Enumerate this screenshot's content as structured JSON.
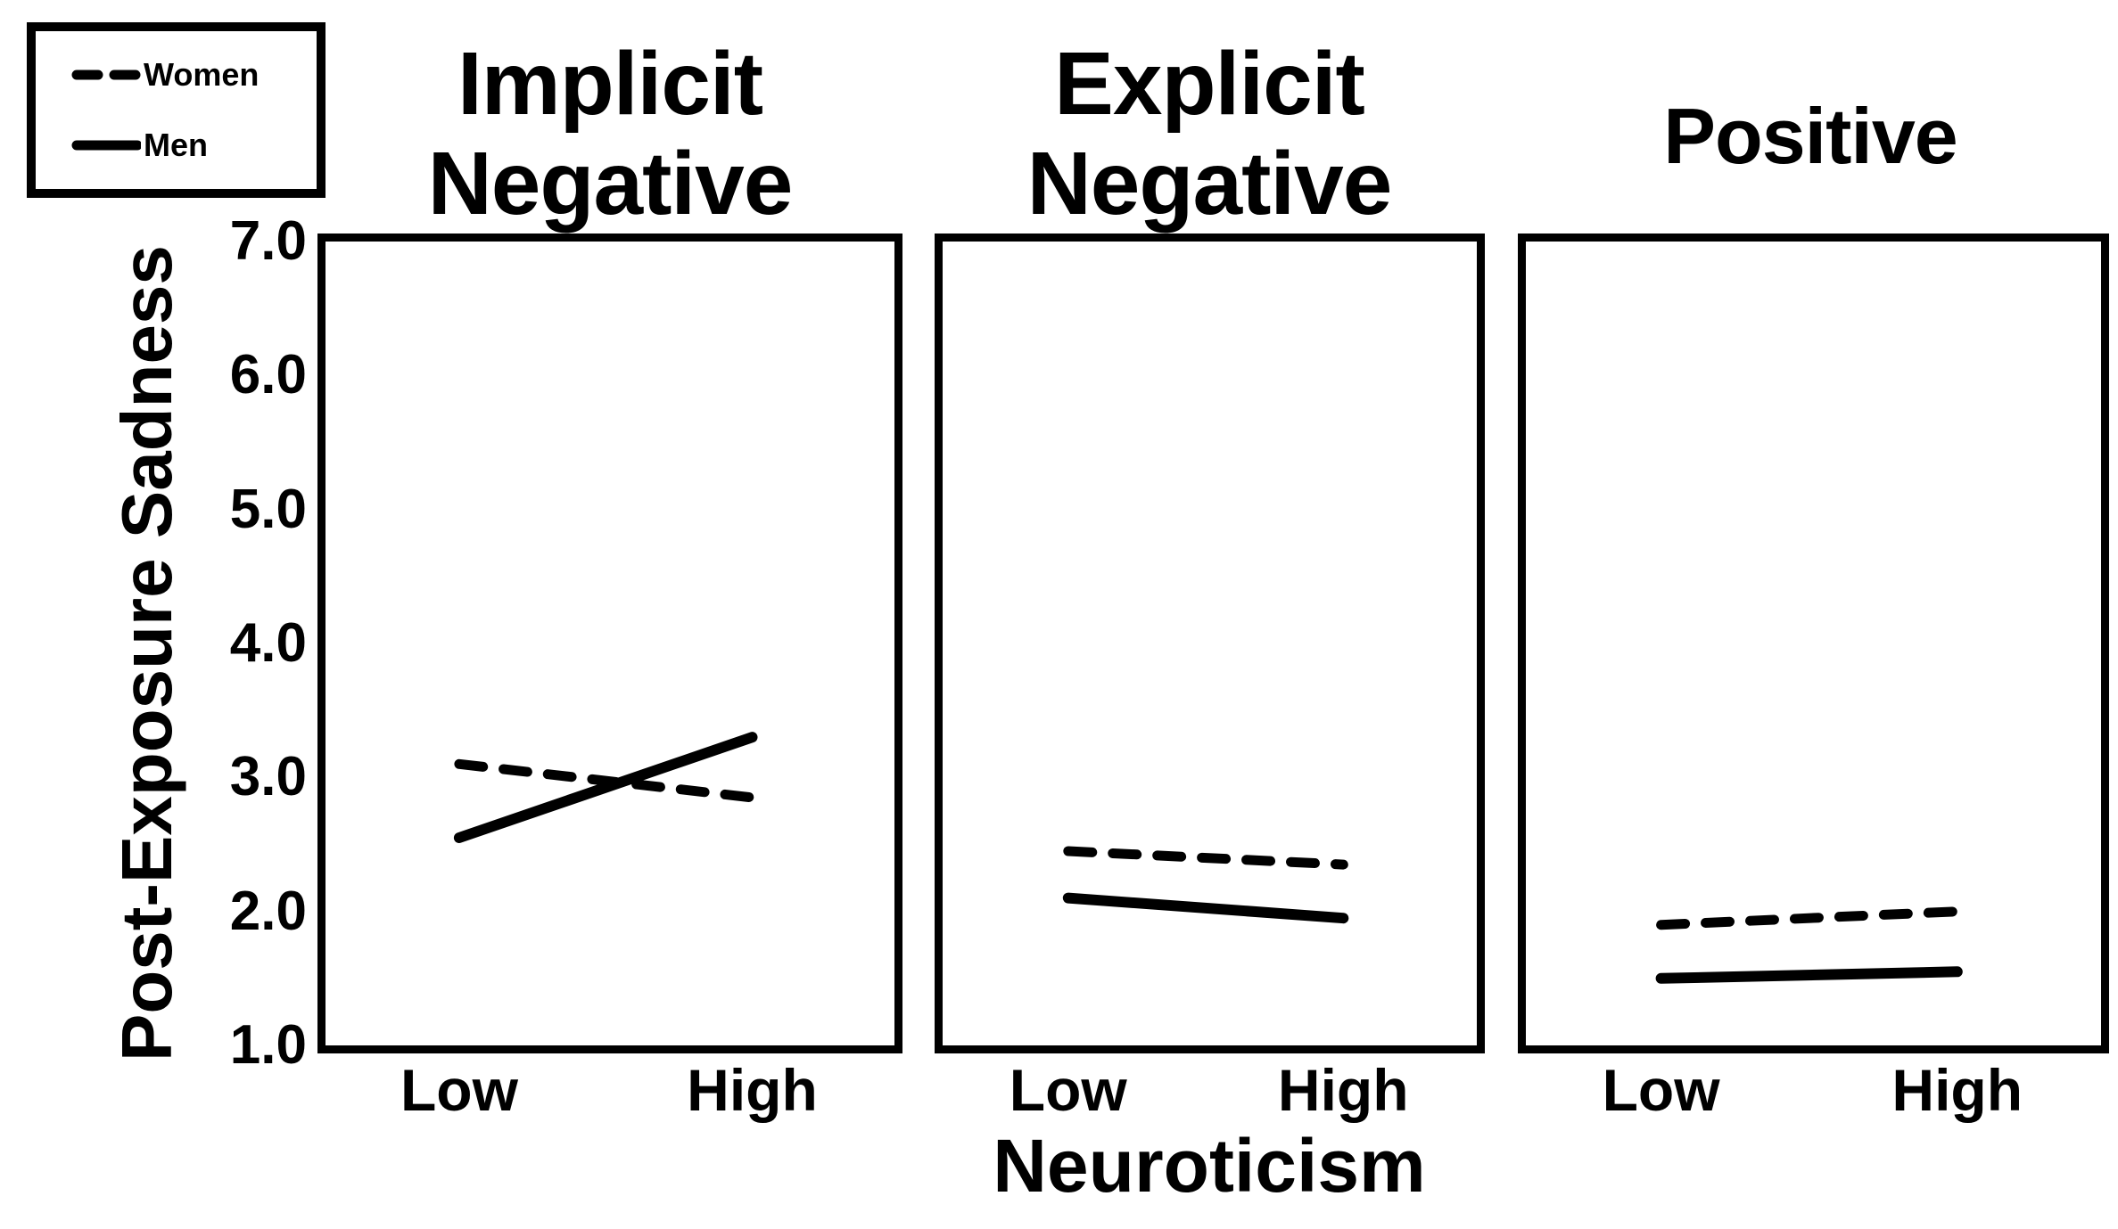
{
  "figure": {
    "background_color": "#ffffff",
    "ink_color": "#000000"
  },
  "legend": {
    "items": [
      {
        "label": "Women",
        "style": "dashed"
      },
      {
        "label": "Men",
        "style": "solid"
      }
    ]
  },
  "chart_data": {
    "type": "line",
    "title": "",
    "xlabel": "Neuroticism",
    "ylabel": "Post-Exposure Sadness",
    "x_categories": [
      "Low",
      "High"
    ],
    "ylim": [
      1.0,
      7.0
    ],
    "yticks": [
      "7.0",
      "6.0",
      "5.0",
      "4.0",
      "3.0",
      "2.0",
      "1.0"
    ],
    "grid": false,
    "legend_position": "top-left",
    "line_color": "#000000",
    "panels": [
      {
        "title": "Implicit\nNegative",
        "series": [
          {
            "name": "Women",
            "style": "dashed",
            "values": [
              3.1,
              2.85
            ]
          },
          {
            "name": "Men",
            "style": "solid",
            "values": [
              2.55,
              3.3
            ]
          }
        ]
      },
      {
        "title": "Explicit\nNegative",
        "series": [
          {
            "name": "Women",
            "style": "dashed",
            "values": [
              2.45,
              2.35
            ]
          },
          {
            "name": "Men",
            "style": "solid",
            "values": [
              2.1,
              1.95
            ]
          }
        ]
      },
      {
        "title": "Positive",
        "series": [
          {
            "name": "Women",
            "style": "dashed",
            "values": [
              1.9,
              2.0
            ]
          },
          {
            "name": "Men",
            "style": "solid",
            "values": [
              1.5,
              1.55
            ]
          }
        ]
      }
    ]
  }
}
